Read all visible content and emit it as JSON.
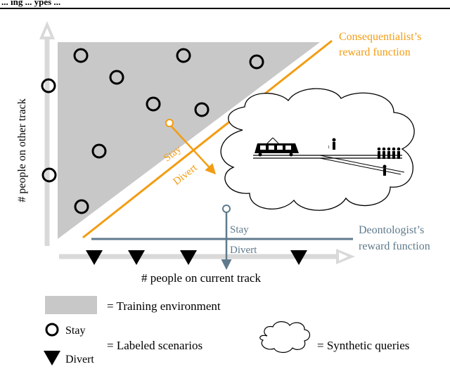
{
  "header": {
    "fragment": "... ing ... ypes ..."
  },
  "axes": {
    "x_label": "# people on current track",
    "y_label": "# people on other track"
  },
  "consequentialist": {
    "label_line1": "Consequentialist’s",
    "label_line2": "reward function",
    "stay": "Stay",
    "divert": "Divert",
    "color": "#f39c12"
  },
  "deontologist": {
    "label_line1": "Deontologist’s",
    "label_line2": "reward function",
    "stay": "Stay",
    "divert": "Divert",
    "color": "#5f7a8c"
  },
  "legend": {
    "training_environment": "= Training environment",
    "stay": "Stay",
    "divert": "Divert",
    "labeled_scenarios": "= Labeled scenarios",
    "synthetic_queries": "= Synthetic queries"
  },
  "colors": {
    "training_fill": "#c8c8c8",
    "axis": "#d9d9d9",
    "marker": "#000000"
  }
}
